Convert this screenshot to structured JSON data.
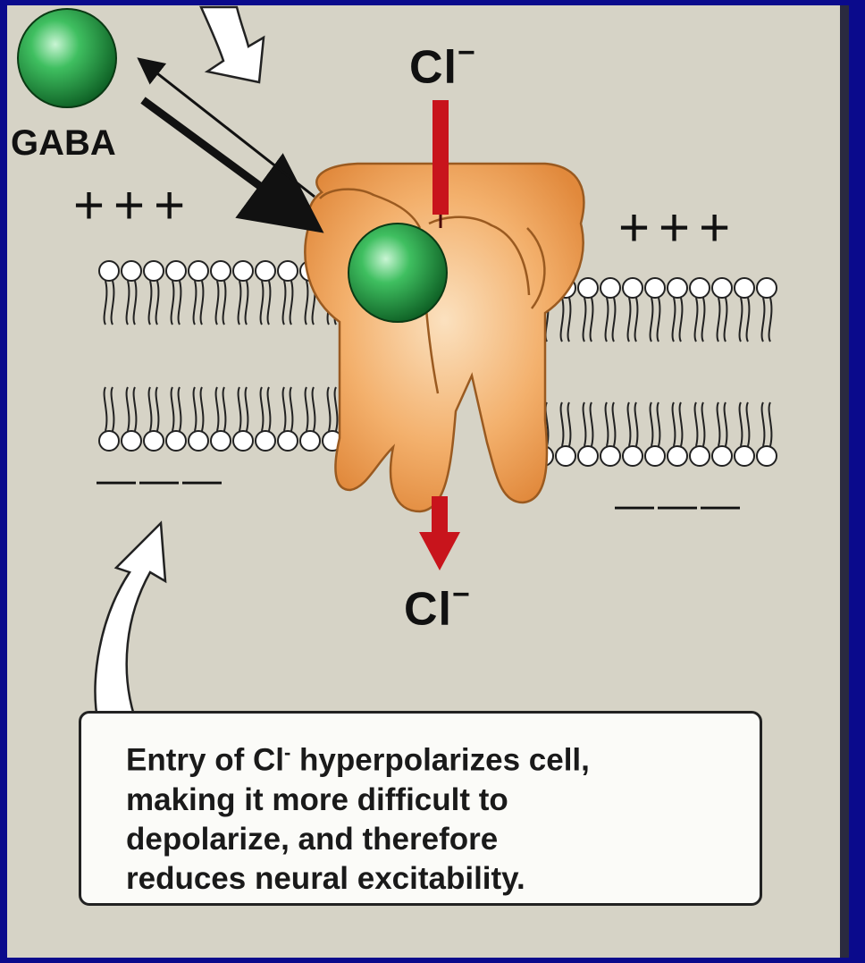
{
  "labels": {
    "gaba": "GABA",
    "ion_symbol": "Cl",
    "ion_charge": "−",
    "outer_charges_left": "+++",
    "outer_charges_right": "+++",
    "inner_charges_left": "———",
    "inner_charges_right": "———"
  },
  "callout": {
    "line1_a": "Entry of Cl",
    "line1_sup": "-",
    "line1_b": " hyperpolarizes cell,",
    "line2": "making it more difficult to",
    "line3": "depolarize, and therefore",
    "line4": "reduces neural excitability."
  },
  "colors": {
    "slide_background": "#0a0a8c",
    "panel": "#d6d3c6",
    "receptor": "#f0a860",
    "gaba_sphere": "#1f9a3c",
    "chloride_arrow": "#c8141c"
  }
}
